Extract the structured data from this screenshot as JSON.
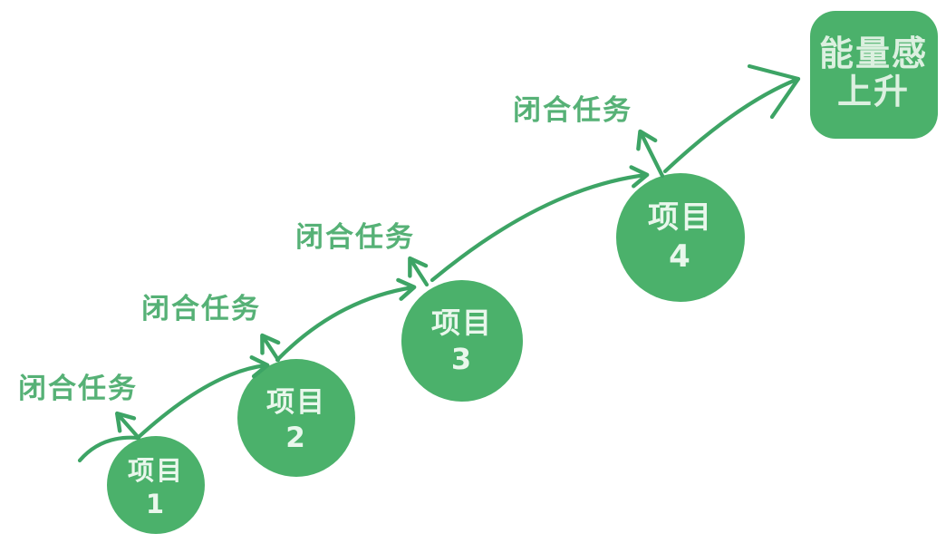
{
  "colors": {
    "background": "#ffffff",
    "shape-green": "#4bb16b",
    "stroke-green": "#3da465",
    "label-green": "#56b176",
    "circle-text": "#e9f7ec",
    "box-text": "#dcf0e0"
  },
  "nodes": [
    {
      "label": "项目",
      "number": "1",
      "task_label": "闭合任务"
    },
    {
      "label": "项目",
      "number": "2",
      "task_label": "闭合任务"
    },
    {
      "label": "项目",
      "number": "3",
      "task_label": "闭合任务"
    },
    {
      "label": "项目",
      "number": "4",
      "task_label": "闭合任务"
    }
  ],
  "goal_box": {
    "line1": "能量感",
    "line2": "上升"
  }
}
